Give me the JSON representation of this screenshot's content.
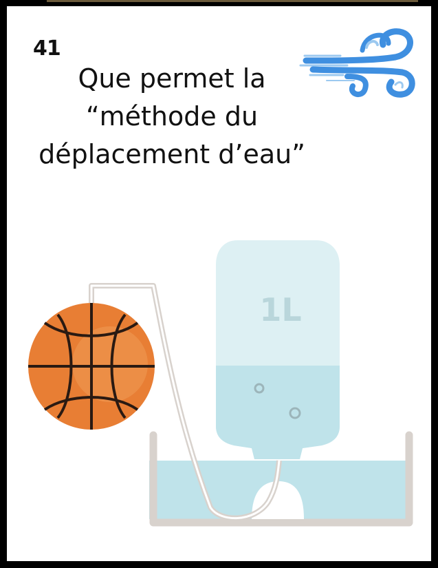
{
  "card": {
    "number": "41",
    "question_lines": [
      "Que permet la",
      "“méthode du",
      "déplacement d’eau”"
    ]
  },
  "illustration": {
    "bottle_label": "1L",
    "objects": [
      "basketball",
      "tube",
      "bottle",
      "water-tray"
    ]
  },
  "icons": [
    "wind-icon",
    "basketball-icon",
    "bottle-icon"
  ],
  "colors": {
    "background": "#000000",
    "panel": "#ffffff",
    "text": "#111111",
    "wind": "#3f8fe0",
    "water": "#bfe3ea",
    "bottle": "#ddf0f3",
    "ball": "#e87e34",
    "gray": "#d8d2cd"
  }
}
